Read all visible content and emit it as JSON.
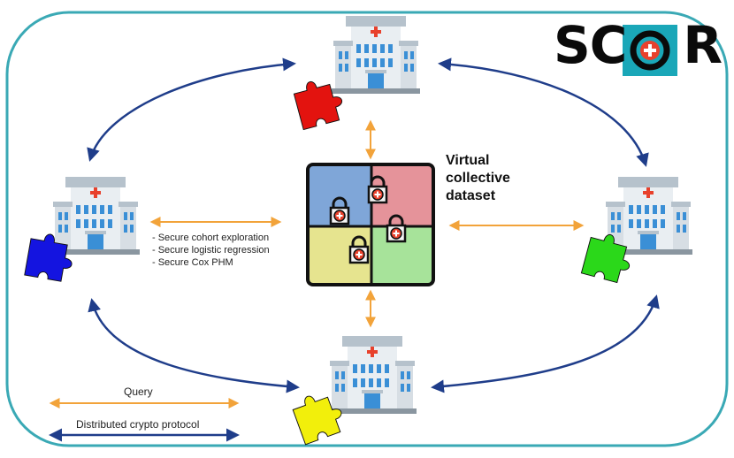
{
  "logo": {
    "text_before": "SC",
    "text_after": "R",
    "brand_color": "#1aa7b8",
    "cross_color": "#e8412c"
  },
  "center": {
    "title_lines": [
      "Virtual",
      "collective",
      "dataset"
    ]
  },
  "methods": [
    "- Secure cohort exploration",
    "- Secure logistic regression",
    "- Secure Cox PHM"
  ],
  "legend": {
    "query_label": "Query",
    "crypto_label": "Distributed crypto protocol"
  },
  "colors": {
    "border": "#3aa9b5",
    "query_arrow": "#f2a33a",
    "crypto_arrow": "#1f3d8a",
    "puzzle_top": "#e3130f",
    "puzzle_left": "#1414e0",
    "puzzle_right": "#2bd81a",
    "puzzle_bottom": "#f2ef0b",
    "quad_tl": "#7fa6d8",
    "quad_tr": "#e5939a",
    "quad_bl": "#e6e48f",
    "quad_br": "#a7e39a"
  }
}
